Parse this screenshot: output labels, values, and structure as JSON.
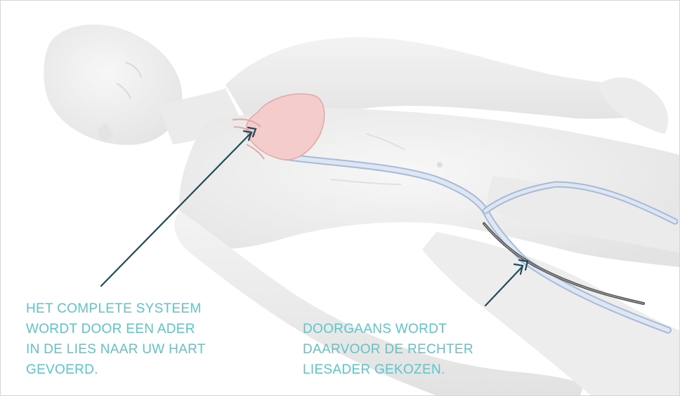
{
  "captions": {
    "system_route": {
      "lines": [
        "HET COMPLETE SYSTEEM",
        "WORDT DOOR EEN ADER",
        "IN DE LIES NAAR UW HART",
        "GEVOERD."
      ]
    },
    "right_groin_vein": {
      "lines": [
        "DOORGAANS WORDT",
        "DAARVOOR DE RECHTER",
        "LIESADER GEKOZEN."
      ]
    }
  },
  "colors": {
    "caption_text": "#5ec4c8",
    "leader_line": "#1f4b5a",
    "heart": "#f2c4c4",
    "vein": "#c9d6ea",
    "catheter": "#5a5a5a",
    "body": "#eeeeee",
    "frame_border": "#d6d6d6"
  }
}
